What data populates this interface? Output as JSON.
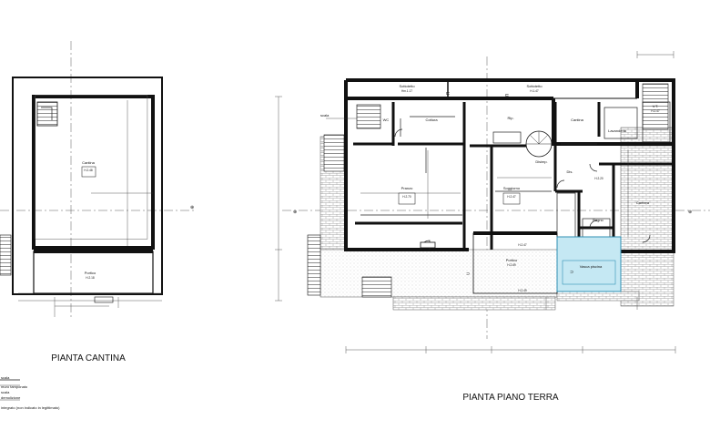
{
  "titles": {
    "cantina": "PIANTA CANTINA",
    "piano_terra": "PIANTA PIANO TERRA"
  },
  "cantina": {
    "rooms": {
      "cantina": {
        "name": "Cantina",
        "tag": "H.2.48"
      },
      "portico": {
        "name": "Portico",
        "tag": "H.2.18"
      }
    }
  },
  "piano_terra": {
    "rooms": {
      "sottotetto_1": {
        "name": "Sottotetto",
        "tag": "Hm.1.17"
      },
      "sottotetto_2": {
        "name": "Sottotetto",
        "tag": "H.1.47"
      },
      "wc": {
        "name": "WC"
      },
      "cottura": {
        "name": "Cottura"
      },
      "rip": {
        "name": "Rip."
      },
      "cantina": {
        "name": "Cantina"
      },
      "lavanderia": {
        "name": "Lavanderia"
      },
      "vt": {
        "name": "V.T.",
        "tag": "H.2.47"
      },
      "pranzo": {
        "name": "Pranzo",
        "tag": "H.2.70"
      },
      "soggiorno": {
        "name": "Soggiorno",
        "tag": "H.2.47"
      },
      "disimp": {
        "name": "Disimp."
      },
      "dis": {
        "name": "Dis."
      },
      "camera": {
        "name": "Camera",
        "tag": "H.2.20"
      },
      "bagno": {
        "name": "Bagno"
      },
      "portico": {
        "name": "Portico",
        "tag": "H.2.69"
      },
      "vasca": {
        "name": "Vasca piscina"
      }
    },
    "annotations": {
      "scala": "scala",
      "h_top": "H.2.47",
      "h_bottom": "H.2.49"
    }
  },
  "legend": [
    "scala",
    "muro tamponato",
    "scala",
    "demolizione",
    "integrato (non indicato in legittimato)"
  ],
  "colors": {
    "pool_fill": "#c5e8f3",
    "pool_stroke": "#2f8fb3",
    "wall": "#111111",
    "hatch": "#555555"
  }
}
